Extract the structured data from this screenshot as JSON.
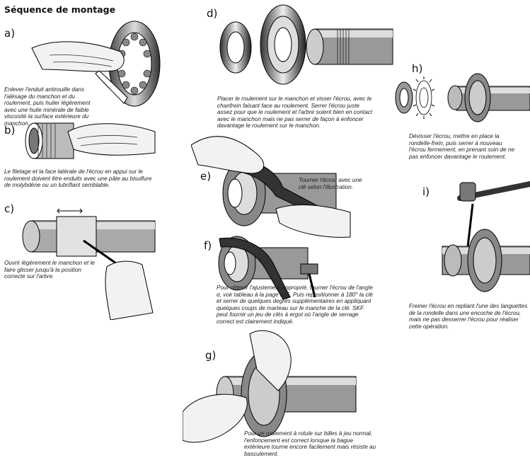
{
  "title": "Séquence de montage",
  "steps": {
    "a": {
      "label": "a)",
      "caption": "Enlever l'enduit antirouille dans l'alésage du manchon et du roulement, puis huiler légèrement avec une huile minérale de faible viscosité la surface extérieure du manchon."
    },
    "b": {
      "label": "b)",
      "caption": "Le filetage et la face latérale de l'écrou en appui sur le roulement doivent être enduits avec une pâte au bisulfure de molybdène ou un lubrifiant semblable."
    },
    "c": {
      "label": "c)",
      "caption": "Ouvrir légèrement le manchon et le faire glisser jusqu'à la position correcte sur l'arbre."
    },
    "d": {
      "label": "d)",
      "caption": "Placer le roulement sur le manchon et visser l'écrou, avec le chanfrein faisant face au roulement. Serrer l'écrou juste assez pour que le roulement et l'arbre soient bien en contact avec le manchon mais ne pas serrer de façon à enfoncer davantage le roulement sur le manchon."
    },
    "e": {
      "label": "e)",
      "caption": "Tourner l'écrou avec une clé selon l'illustration."
    },
    "f": {
      "label": "f)",
      "caption": "Pour obtenir l'ajustement approprié, tourner l'écrou de l'angle α, voir tableau à la page 156. Puis repositionner à 180° la clé et serrer de quelques degrés supplémentaires en appliquant quelques coups de marteau sur le manche de la clé. SKF peut fournir un jeu de clés à ergot où l'angle de serrage correct est clairement indiqué."
    },
    "g": {
      "label": "g)",
      "caption": "Pour un roulement à rotule sur billes à jeu normal, l'enfoncement est correct lorsque la bague extérieure tourne encore facilement mais résiste au basculement."
    },
    "h": {
      "label": "h)",
      "caption": "Dévisser l'écrou, mettre en place la rondelle-frein, puis serrer à nouveau l'écrou fermement, en prenant soin de ne pas enfoncer davantage le roulement."
    },
    "i": {
      "label": "i)",
      "caption": "Freiner l'écrou en repliant l'une des languettes de la rondelle dans une encoche de l'écrou, mais ne pas desserrer l'écrou pour réaliser cette opération."
    }
  }
}
